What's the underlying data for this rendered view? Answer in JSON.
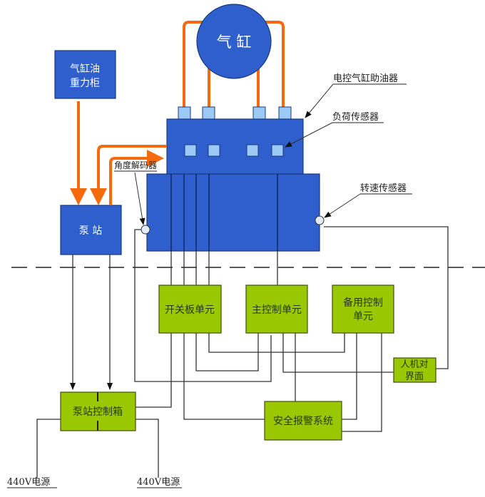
{
  "diagram": {
    "nodes": {
      "cylinder": "气 缸",
      "gravity_tank_line1": "气缸油",
      "gravity_tank_line2": "重力柜",
      "pump_station": "泵  站",
      "switch_board_unit": "开关板单元",
      "main_control_unit": "主控制单元",
      "backup_control_line1": "备用控制",
      "backup_control_line2": "单元",
      "hmi_line1": "人机对",
      "hmi_line2": "界面",
      "pump_control_box": "泵站控制箱",
      "safety_alarm_system": "安全报警系统"
    },
    "labels": {
      "lubricator": "电控气缸助油器",
      "load_sensor": "负荷传感器",
      "angle_encoder": "角度解码器",
      "speed_sensor": "转速传感器",
      "power_left": "440V电源",
      "power_right": "440V电源"
    },
    "colors": {
      "blue_block": "#2e5fcc",
      "port": "#9ccaf6",
      "green_block": "#99c700",
      "oil_pipe": "#f46a0c"
    }
  }
}
